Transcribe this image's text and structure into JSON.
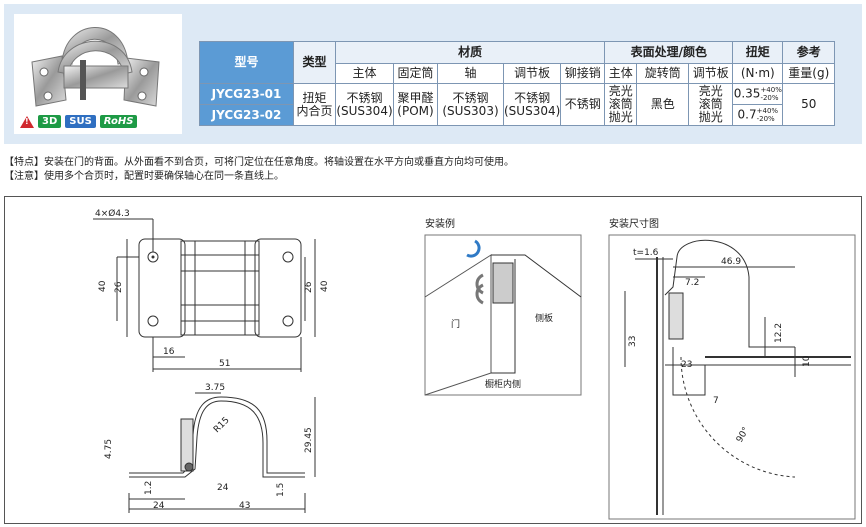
{
  "badges": {
    "warn_glyph": "!",
    "b3d": "3D",
    "sus": "SUS",
    "rohs": "RoHS"
  },
  "table": {
    "h_model": "型号",
    "h_type": "类型",
    "h_material": "材质",
    "h_surface": "表面处理/颜色",
    "h_torque": "扭矩",
    "h_torque_unit": "(N·m)",
    "h_ref": "参考",
    "h_weight": "重量(g)",
    "c_body": "主体",
    "c_fix": "固定筒",
    "c_shaft": "轴",
    "c_adj": "调节板",
    "c_rivet": "铆接销",
    "c_sbody": "主体",
    "c_rot": "旋转筒",
    "c_sadj": "调节板",
    "models": [
      "JYCG23-01",
      "JYCG23-02"
    ],
    "type1": "扭矩",
    "type2": "内合页",
    "m_body1": "不锈钢",
    "m_body2": "(SUS304)",
    "m_fix1": "聚甲醛",
    "m_fix2": "(POM)",
    "m_shaft1": "不锈钢",
    "m_shaft2": "(SUS303)",
    "m_adj1": "不锈钢",
    "m_adj2": "(SUS304)",
    "m_rivet": "不锈钢",
    "s_body1": "亮光",
    "s_body2": "滚筒",
    "s_body3": "抛光",
    "s_rot": "黑色",
    "s_adj1": "亮光",
    "s_adj2": "滚筒",
    "s_adj3": "抛光",
    "torque": [
      {
        "v": "0.35",
        "tol_p": "+40%",
        "tol_m": "-20%"
      },
      {
        "v": "0.7",
        "tol_p": "+40%",
        "tol_m": "-20%"
      }
    ],
    "weight": "50"
  },
  "notes": {
    "feature": "【特点】安装在门的背面。从外面看不到合页，可将门定位在任意角度。将轴设置在水平方向或垂直方向均可使用。",
    "caution": "【注意】使用多个合页时，配置时要确保轴心在同一条直线上。"
  },
  "drawing": {
    "holes": "4×Ø4.3",
    "d40": "40",
    "d26": "26",
    "d16": "16",
    "d51": "51",
    "d375": "3.75",
    "r15": "R15",
    "d475": "4.75",
    "d2945": "29.45",
    "d12": "1.2",
    "d24a": "24",
    "d24b": "24",
    "d43": "43",
    "d15": "1.5",
    "ex_title": "安装例",
    "ex_door": "门",
    "ex_side": "侧板",
    "ex_inside": "橱柜内侧",
    "dim_title": "安装尺寸图",
    "t16": "t=1.6",
    "d72": "7.2",
    "d469": "46.9",
    "d33": "33",
    "d23": "23",
    "d122": "12.2",
    "d10": "10",
    "d7": "7",
    "d90": "90°"
  }
}
